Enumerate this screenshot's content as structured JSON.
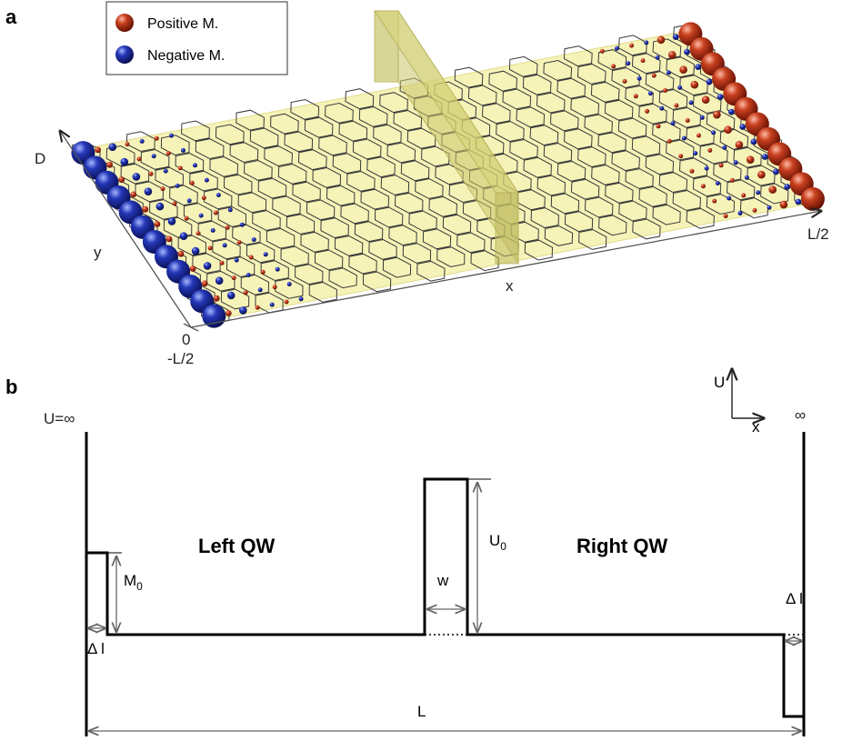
{
  "panel_a": {
    "label": "a",
    "legend": {
      "positive": "Positive M.",
      "negative": "Negative M.",
      "positive_color": "#b8321a",
      "negative_color": "#1c2fa8"
    },
    "axes": {
      "x": "x",
      "y": "y",
      "top": "D",
      "origin": "0",
      "left_end": "-L/2",
      "right_end": "L/2"
    },
    "sheet_color": "#f6f3b8",
    "barrier_color": "#c8c46a",
    "lattice": "honeycomb"
  },
  "panel_b": {
    "label": "b",
    "left_wall": "U=∞",
    "right_wall": "∞",
    "left_qw": "Left QW",
    "right_qw": "Right QW",
    "u0": "U",
    "u0_sub": "0",
    "m0": "M",
    "m0_sub": "0",
    "w": "w",
    "delta_l_left": "Δ l",
    "delta_l_right": "Δ l",
    "length": "L",
    "axis_u": "U",
    "axis_x": "x"
  }
}
